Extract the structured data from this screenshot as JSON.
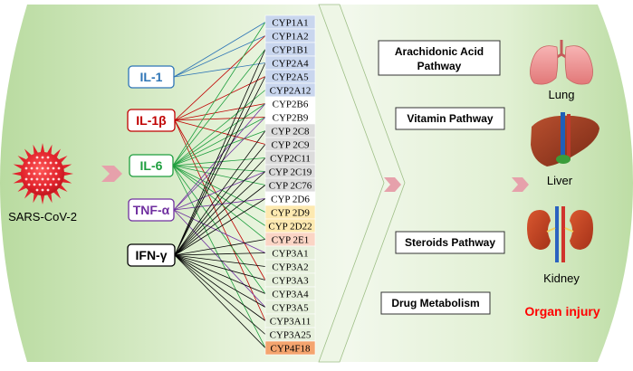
{
  "virus": {
    "label": "SARS-CoV-2"
  },
  "cytokines": [
    {
      "label": "IL-1",
      "color": "#2e75b6"
    },
    {
      "label": "IL-1β",
      "color": "#c00000"
    },
    {
      "label": "IL-6",
      "color": "#1e9e3e"
    },
    {
      "label": "TNF-α",
      "color": "#7030a0"
    },
    {
      "label": "IFN-γ",
      "color": "#000000"
    }
  ],
  "cyps": [
    {
      "label": "CYP1A1",
      "fill": "#c9d6ee"
    },
    {
      "label": "CYP1A2",
      "fill": "#c9d6ee"
    },
    {
      "label": "CYP1B1",
      "fill": "#c9d6ee"
    },
    {
      "label": "CYP2A4",
      "fill": "#c9d6ee"
    },
    {
      "label": "CYP2A5",
      "fill": "#c9d6ee"
    },
    {
      "label": "CYP2A12",
      "fill": "#c9d6ee"
    },
    {
      "label": "CYP2B6",
      "fill": "#ffffff"
    },
    {
      "label": "CYP2B9",
      "fill": "#ffffff"
    },
    {
      "label": "CYP 2C8",
      "fill": "#dcdcdc"
    },
    {
      "label": "CYP 2C9",
      "fill": "#dcdcdc"
    },
    {
      "label": "CYP2C11",
      "fill": "#dcdcdc"
    },
    {
      "label": "CYP 2C19",
      "fill": "#dcdcdc"
    },
    {
      "label": "CYP 2C76",
      "fill": "#dcdcdc"
    },
    {
      "label": "CYP 2D6",
      "fill": "#ffffff"
    },
    {
      "label": "CYP 2D9",
      "fill": "#fde9b0"
    },
    {
      "label": "CYP 2D22",
      "fill": "#fde9b0"
    },
    {
      "label": "CYP 2E1",
      "fill": "#fbd5c5"
    },
    {
      "label": "CYP3A1",
      "fill": "#e6f0dc"
    },
    {
      "label": "CYP3A2",
      "fill": "#e6f0dc"
    },
    {
      "label": "CYP3A3",
      "fill": "#e6f0dc"
    },
    {
      "label": "CYP3A4",
      "fill": "#e6f0dc"
    },
    {
      "label": "CYP3A5",
      "fill": "#e6f0dc"
    },
    {
      "label": "CYP3A11",
      "fill": "#e6f0dc"
    },
    {
      "label": "CYP3A25",
      "fill": "#e6f0dc"
    },
    {
      "label": "CYP4F18",
      "fill": "#f4a46e"
    }
  ],
  "links": [
    [
      0,
      0
    ],
    [
      0,
      1
    ],
    [
      0,
      3
    ],
    [
      1,
      1
    ],
    [
      1,
      4
    ],
    [
      1,
      6
    ],
    [
      1,
      7
    ],
    [
      1,
      9
    ],
    [
      1,
      19
    ],
    [
      1,
      22
    ],
    [
      2,
      0
    ],
    [
      2,
      2
    ],
    [
      2,
      5
    ],
    [
      2,
      6
    ],
    [
      2,
      7
    ],
    [
      2,
      8
    ],
    [
      2,
      10
    ],
    [
      2,
      11
    ],
    [
      2,
      12
    ],
    [
      2,
      14
    ],
    [
      2,
      15
    ],
    [
      2,
      16
    ],
    [
      2,
      20
    ],
    [
      2,
      24
    ],
    [
      3,
      6
    ],
    [
      3,
      7
    ],
    [
      3,
      11
    ],
    [
      3,
      13
    ],
    [
      3,
      17
    ],
    [
      3,
      21
    ],
    [
      4,
      2
    ],
    [
      4,
      3
    ],
    [
      4,
      4
    ],
    [
      4,
      8
    ],
    [
      4,
      9
    ],
    [
      4,
      10
    ],
    [
      4,
      11
    ],
    [
      4,
      12
    ],
    [
      4,
      13
    ],
    [
      4,
      16
    ],
    [
      4,
      17
    ],
    [
      4,
      18
    ],
    [
      4,
      19
    ],
    [
      4,
      20
    ],
    [
      4,
      21
    ],
    [
      4,
      22
    ],
    [
      4,
      23
    ],
    [
      4,
      24
    ]
  ],
  "pathways": [
    {
      "line1": "Arachidonic Acid",
      "line2": "Pathway"
    },
    {
      "line1": "Vitamin Pathway",
      "line2": ""
    },
    {
      "line1": "Steroids Pathway",
      "line2": ""
    },
    {
      "line1": "Drug Metabolism",
      "line2": ""
    }
  ],
  "organs": [
    {
      "label": "Lung"
    },
    {
      "label": "Liver"
    },
    {
      "label": "Kidney"
    }
  ],
  "outcome": {
    "label": "Organ injury",
    "color": "#ff0000"
  },
  "colors": {
    "background_green": "#cfe6bb",
    "arrow_pink": "#e6a1ab",
    "virus_red": "#e2242c"
  }
}
